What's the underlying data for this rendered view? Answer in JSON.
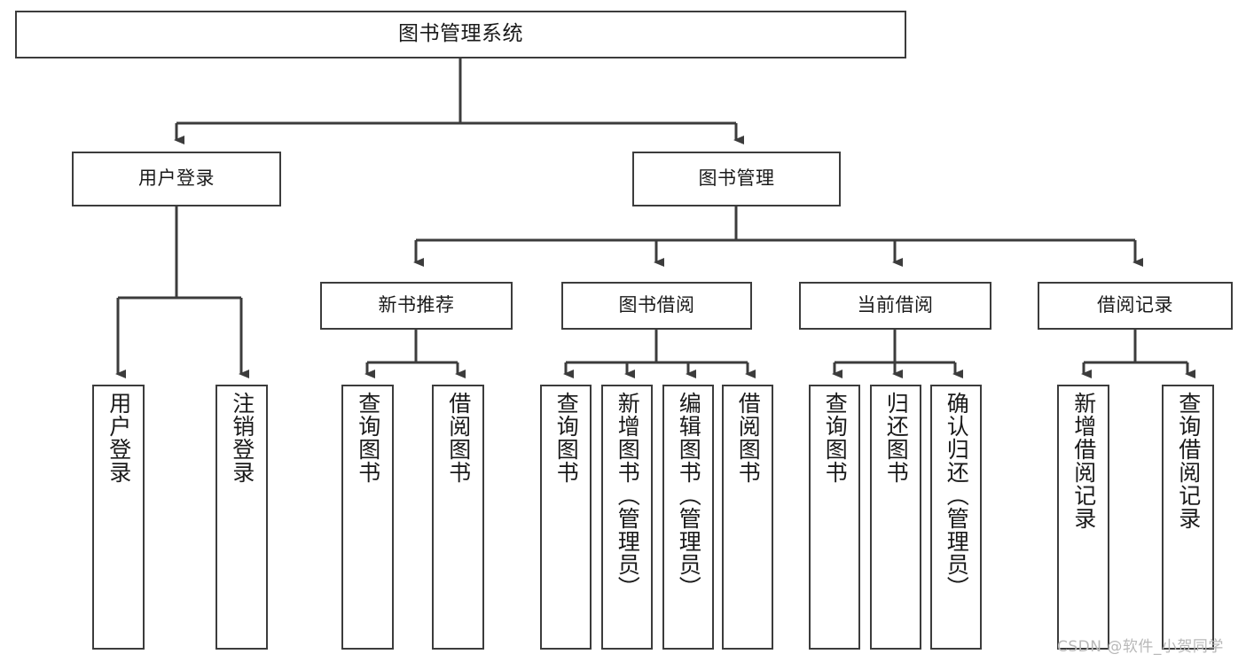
{
  "diagram": {
    "type": "tree-hierarchy",
    "title": "图书管理系统",
    "root": {
      "id": "root",
      "label": "图书管理系统",
      "orientation": "horizontal"
    },
    "level2": [
      {
        "id": "user-login",
        "label": "用户登录",
        "orientation": "horizontal"
      },
      {
        "id": "book-manage",
        "label": "图书管理",
        "orientation": "horizontal"
      }
    ],
    "level3": [
      {
        "id": "new-book-rec",
        "label": "新书推荐",
        "orientation": "horizontal"
      },
      {
        "id": "book-borrow",
        "label": "图书借阅",
        "orientation": "horizontal"
      },
      {
        "id": "current-borrow",
        "label": "当前借阅",
        "orientation": "horizontal"
      },
      {
        "id": "borrow-record",
        "label": "借阅记录",
        "orientation": "horizontal"
      }
    ],
    "leaves": [
      {
        "id": "leaf-user-login",
        "label": "用户登录",
        "parent": "user-login",
        "orientation": "vertical"
      },
      {
        "id": "leaf-user-logout",
        "label": "注销登录",
        "parent": "user-login",
        "orientation": "vertical"
      },
      {
        "id": "leaf-query-book-1",
        "label": "查询图书",
        "parent": "new-book-rec",
        "orientation": "vertical"
      },
      {
        "id": "leaf-borrow-book-1",
        "label": "借阅图书",
        "parent": "new-book-rec",
        "orientation": "vertical"
      },
      {
        "id": "leaf-query-book-2",
        "label": "查询图书",
        "parent": "book-borrow",
        "orientation": "vertical"
      },
      {
        "id": "leaf-add-book",
        "label": "新增图书（管理员）",
        "parent": "book-borrow",
        "orientation": "vertical"
      },
      {
        "id": "leaf-edit-book",
        "label": "编辑图书（管理员）",
        "parent": "book-borrow",
        "orientation": "vertical"
      },
      {
        "id": "leaf-borrow-book-2",
        "label": "借阅图书",
        "parent": "book-borrow",
        "orientation": "vertical"
      },
      {
        "id": "leaf-query-book-3",
        "label": "查询图书",
        "parent": "current-borrow",
        "orientation": "vertical"
      },
      {
        "id": "leaf-return-book",
        "label": "归还图书",
        "parent": "current-borrow",
        "orientation": "vertical"
      },
      {
        "id": "leaf-confirm-return",
        "label": "确认归还（管理员）",
        "parent": "current-borrow",
        "orientation": "vertical"
      },
      {
        "id": "leaf-add-record",
        "label": "新增借阅记录",
        "parent": "borrow-record",
        "orientation": "vertical"
      },
      {
        "id": "leaf-query-record",
        "label": "查询借阅记录",
        "parent": "borrow-record",
        "orientation": "vertical"
      }
    ],
    "colors": {
      "stroke": "#3c3c3c",
      "fill": "#ffffff",
      "text": "#1a1a1a",
      "watermark": "#b8b8b8"
    }
  },
  "watermark": {
    "text": "CSDN @软件_小贺同学"
  }
}
